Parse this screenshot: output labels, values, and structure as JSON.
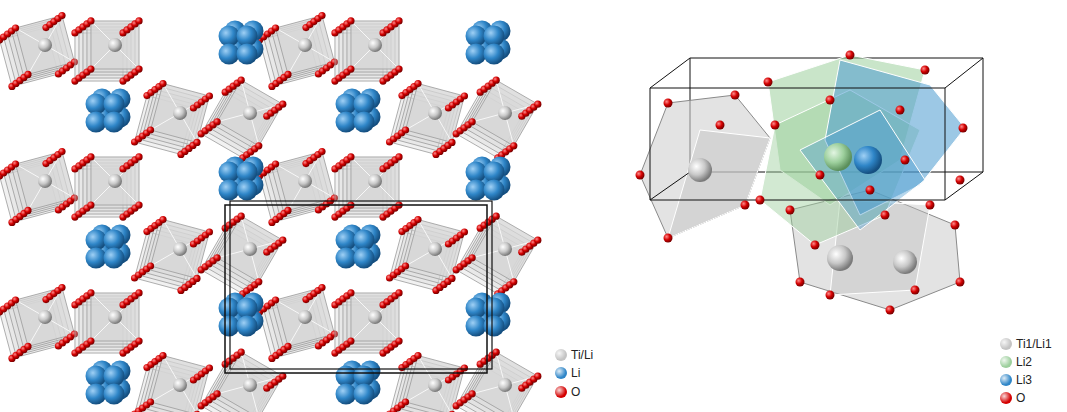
{
  "diagram": {
    "legend": [
      {
        "text": "Ti/Li",
        "color": "#c4c4c4"
      },
      {
        "text": "Li",
        "color": "#2f86c8"
      },
      {
        "text": "O",
        "color": "#d40000"
      },
      {
        "text": "Ti1/Li1",
        "color": "#c4c4c4"
      },
      {
        "text": "Li2",
        "color": "#9ccf9c"
      },
      {
        "text": "Li3",
        "color": "#2f86c8"
      },
      {
        "text": "O",
        "color": "#d40000"
      }
    ]
  }
}
